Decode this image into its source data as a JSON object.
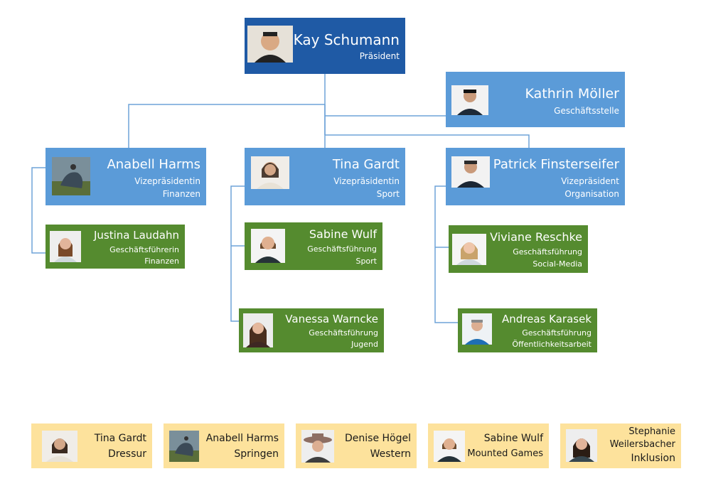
{
  "president": {
    "name": "Kay Schumann",
    "role": "Präsident"
  },
  "office": {
    "name": "Kathrin Möller",
    "role": "Geschäftsstelle"
  },
  "vice": [
    {
      "name": "Anabell Harms",
      "role1": "Vizepräsidentin",
      "role2": "Finanzen"
    },
    {
      "name": "Tina Gardt",
      "role1": "Vizepräsidentin",
      "role2": "Sport"
    },
    {
      "name": "Patrick Finsterseifer",
      "role1": "Vizepräsident",
      "role2": "Organisation"
    }
  ],
  "managers": [
    {
      "name": "Justina Laudahn",
      "role1": "Geschäftsführerin",
      "role2": "Finanzen"
    },
    {
      "name": "Sabine Wulf",
      "role1": "Geschäftsführung",
      "role2": "Sport"
    },
    {
      "name": "Vanessa Warncke",
      "role1": "Geschäftsführung",
      "role2": "Jugend"
    },
    {
      "name": "Viviane Reschke",
      "role1": "Geschäftsführung",
      "role2": "Social-Media"
    },
    {
      "name": "Andreas Karasek",
      "role1": "Geschäftsführung",
      "role2": "Öffentlichkeitsarbeit"
    }
  ],
  "disciplines": [
    {
      "name": "Tina Gardt",
      "role": "Dressur"
    },
    {
      "name": "Anabell Harms",
      "role": "Springen"
    },
    {
      "name": "Denise Högel",
      "role": "Western"
    },
    {
      "name": "Sabine Wulf",
      "role": "Mounted Games"
    },
    {
      "name1": "Stephanie",
      "name2": "Weilersbacher",
      "role": "Inklusion"
    }
  ],
  "colors": {
    "dark_blue": "#1f5aa5",
    "blue": "#5b9bd8",
    "green": "#558b2f",
    "yellow": "#fde29c",
    "line": "#6ea3d8"
  }
}
